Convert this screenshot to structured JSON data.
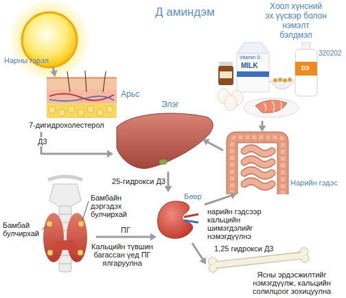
{
  "diagram": {
    "title": "Д аминдэм",
    "nodes": [
      {
        "text": [
          "Нарны гэрэл"
        ]
      },
      {
        "text": [
          "Арьс",
          "7-дигидрохолестерол"
        ]
      },
      {
        "text": [
          "Хоол хүнсний эх үүсвэр болон нэмэлт бэлдмэл"
        ]
      },
      {
        "text": [
          "Элэг"
        ]
      },
      {
        "text": [
          "Нарийн гэдэс"
        ]
      },
      {
        "text": [
          "Бамбай булчирхай",
          "Бамбайн дэргэдэх булчирхай"
        ]
      },
      {
        "text": [
          "Бөөр"
        ]
      },
      {
        "text": [
          "Ясны эрдэсжилтийг нэмэгдүүлж, кальцийн солилцоог зохицуулна"
        ]
      }
    ],
    "edges": [
      {
        "from": 0,
        "to": 1,
        "arrow": "to"
      },
      {
        "from": 1,
        "to": 3,
        "label": "Д3",
        "arrow": "to"
      },
      {
        "from": 2,
        "to": 4,
        "arrow": "to"
      },
      {
        "from": 4,
        "to": 3,
        "arrow": "to"
      },
      {
        "from": 3,
        "to": 6,
        "label": "25-гидрокси Д3",
        "arrow": "to"
      },
      {
        "from": 5,
        "to": 6,
        "label": "ПГ",
        "arrow": "to"
      },
      {
        "from": 6,
        "to": 4,
        "label": "нарийн гэдсээр кальцийн шимэгдэлийг нэмэгдүүлнэ",
        "arrow": "to"
      },
      {
        "from": 6,
        "to": 7,
        "label": "1,25 гидрокси Д3",
        "arrow": "to"
      }
    ],
    "labels": [
      "320202",
      "Vitamin D",
      "MILK",
      "D3",
      "Кальцийн түвшин багассан үед ПГ ялгаруулна"
    ]
  }
}
